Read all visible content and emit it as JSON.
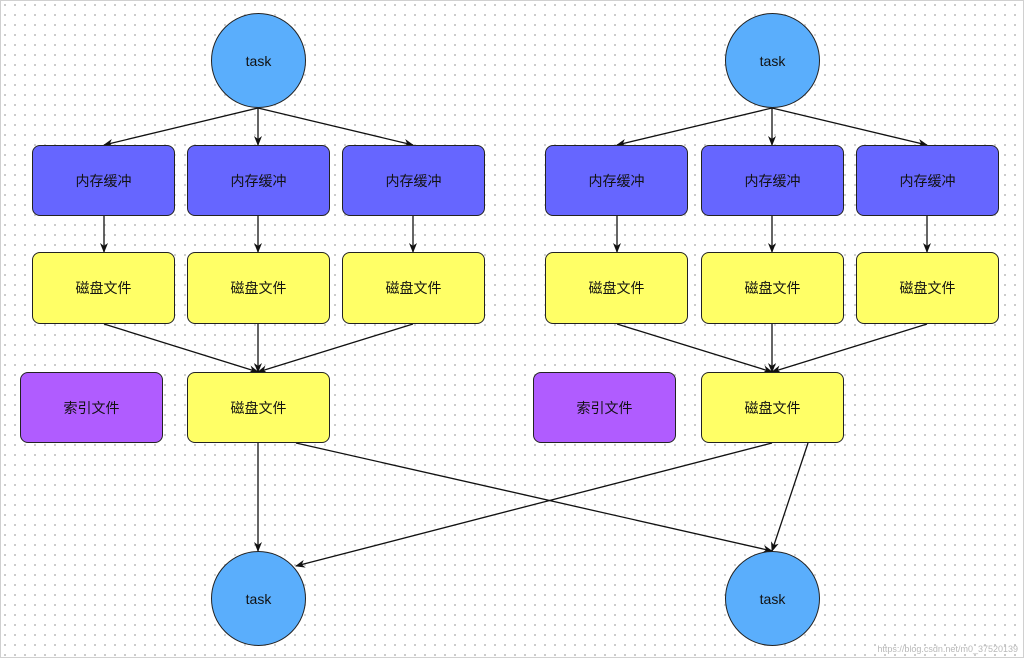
{
  "nodes": {
    "task_top_left": "task",
    "task_top_right": "task",
    "task_bottom_left": "task",
    "task_bottom_right": "task",
    "mem_l1": "内存缓冲",
    "mem_l2": "内存缓冲",
    "mem_l3": "内存缓冲",
    "mem_r1": "内存缓冲",
    "mem_r2": "内存缓冲",
    "mem_r3": "内存缓冲",
    "disk_l1": "磁盘文件",
    "disk_l2": "磁盘文件",
    "disk_l3": "磁盘文件",
    "disk_r1": "磁盘文件",
    "disk_r2": "磁盘文件",
    "disk_r3": "磁盘文件",
    "merged_left": "磁盘文件",
    "merged_right": "磁盘文件",
    "index_left": "索引文件",
    "index_right": "索引文件"
  },
  "colors": {
    "task": "#5aaefc",
    "memory_buffer": "#6666ff",
    "disk_file": "#ffff66",
    "index_file": "#b05cff"
  },
  "watermark": "https://blog.csdn.net/m0_37520139"
}
